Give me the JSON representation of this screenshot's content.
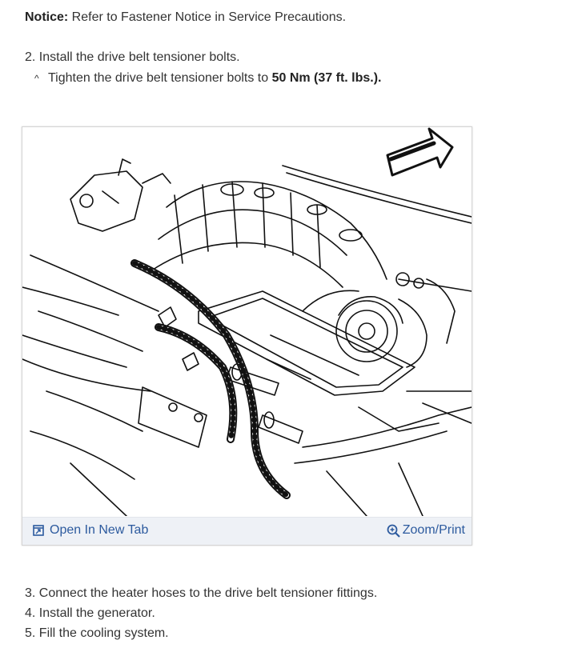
{
  "notice": {
    "label": "Notice:",
    "text": " Refer to Fastener Notice in Service Precautions."
  },
  "steps": {
    "step2": "2. Install the drive belt tensioner bolts.",
    "step2_sub_prefix": "Tighten the drive belt tensioner bolts to ",
    "step2_sub_value": "50 Nm (37 ft. lbs.).",
    "step2_sub_bullet": "^",
    "step3": "3. Connect the heater hoses to the drive belt tensioner fittings.",
    "step4": "4. Install the generator.",
    "step5": "5. Fill the cooling system."
  },
  "figure": {
    "open_tab_label": "Open In New Tab",
    "zoom_label": "Zoom/Print"
  },
  "colors": {
    "link": "#2c5a9e",
    "text": "#333333",
    "toolbar_bg": "#eef1f6"
  }
}
